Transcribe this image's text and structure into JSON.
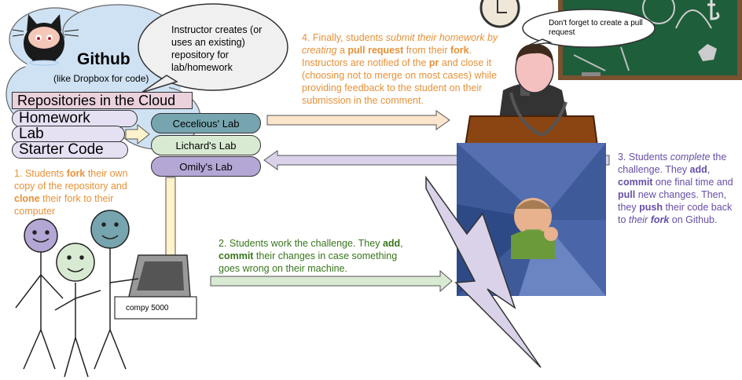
{
  "github": {
    "title": "Github",
    "subtitle": "(like Dropbox for code)",
    "repos_header": "Repositories in the Cloud",
    "repos": [
      "Homework",
      "Lab",
      "Starter Code"
    ]
  },
  "bubbles": {
    "instructor": "Instructor creates (or uses an existing) repository for lab/homework",
    "reminder": "Don't forget to create a pull request"
  },
  "forks": [
    "Cecelious' Lab",
    "Lichard's Lab",
    "Omily's Lab"
  ],
  "computer_label": "compy 5000",
  "steps": {
    "s1": {
      "a": "1. Students ",
      "b": "fork",
      "c": " their own copy of the repository and ",
      "d": "clone",
      "e": " their fork to their computer"
    },
    "s2": {
      "a": "2. Students work the challenge. They ",
      "b": "add",
      "c": ", ",
      "d": "commit",
      "e": " their changes in case something goes wrong on their machine."
    },
    "s3": {
      "a": "3. Students ",
      "b": "complete",
      "c": " the challenge. They ",
      "d": "add",
      "e": ", ",
      "f": "commit",
      "g": " one final time and ",
      "h": "pull",
      "i": " new changes. Then, they ",
      "j": "push",
      "k": " their code back to ",
      "l": "their ",
      "m": "fork",
      "n": " on Github."
    },
    "s4": {
      "a": "4. Finally, students ",
      "b": "submit their homework by creating",
      "c": " a ",
      "d": "pull request",
      "e": " from their ",
      "f": "fork",
      "g": ". Instructors are notified of the ",
      "h": "pr",
      "i": " and close it (choosing not to merge on most cases) while providing feedback to the student on their submission in the comment."
    }
  },
  "icons": {
    "octocat": "octocat-icon",
    "clock": "clock-icon",
    "chalkboard": "chalkboard-icon",
    "instructor": "instructor-icon",
    "laptop": "laptop-icon",
    "students": "student-figures-icon",
    "lightning": "lightning-bolt-icon",
    "success_kid": "success-kid-image"
  },
  "colors": {
    "step1_orange": "#e69138",
    "step2_green": "#38761d",
    "step3_purple": "#674ea7",
    "cloud_blue": "#cfe2f3",
    "chalkboard_green": "#1e5e3b"
  }
}
